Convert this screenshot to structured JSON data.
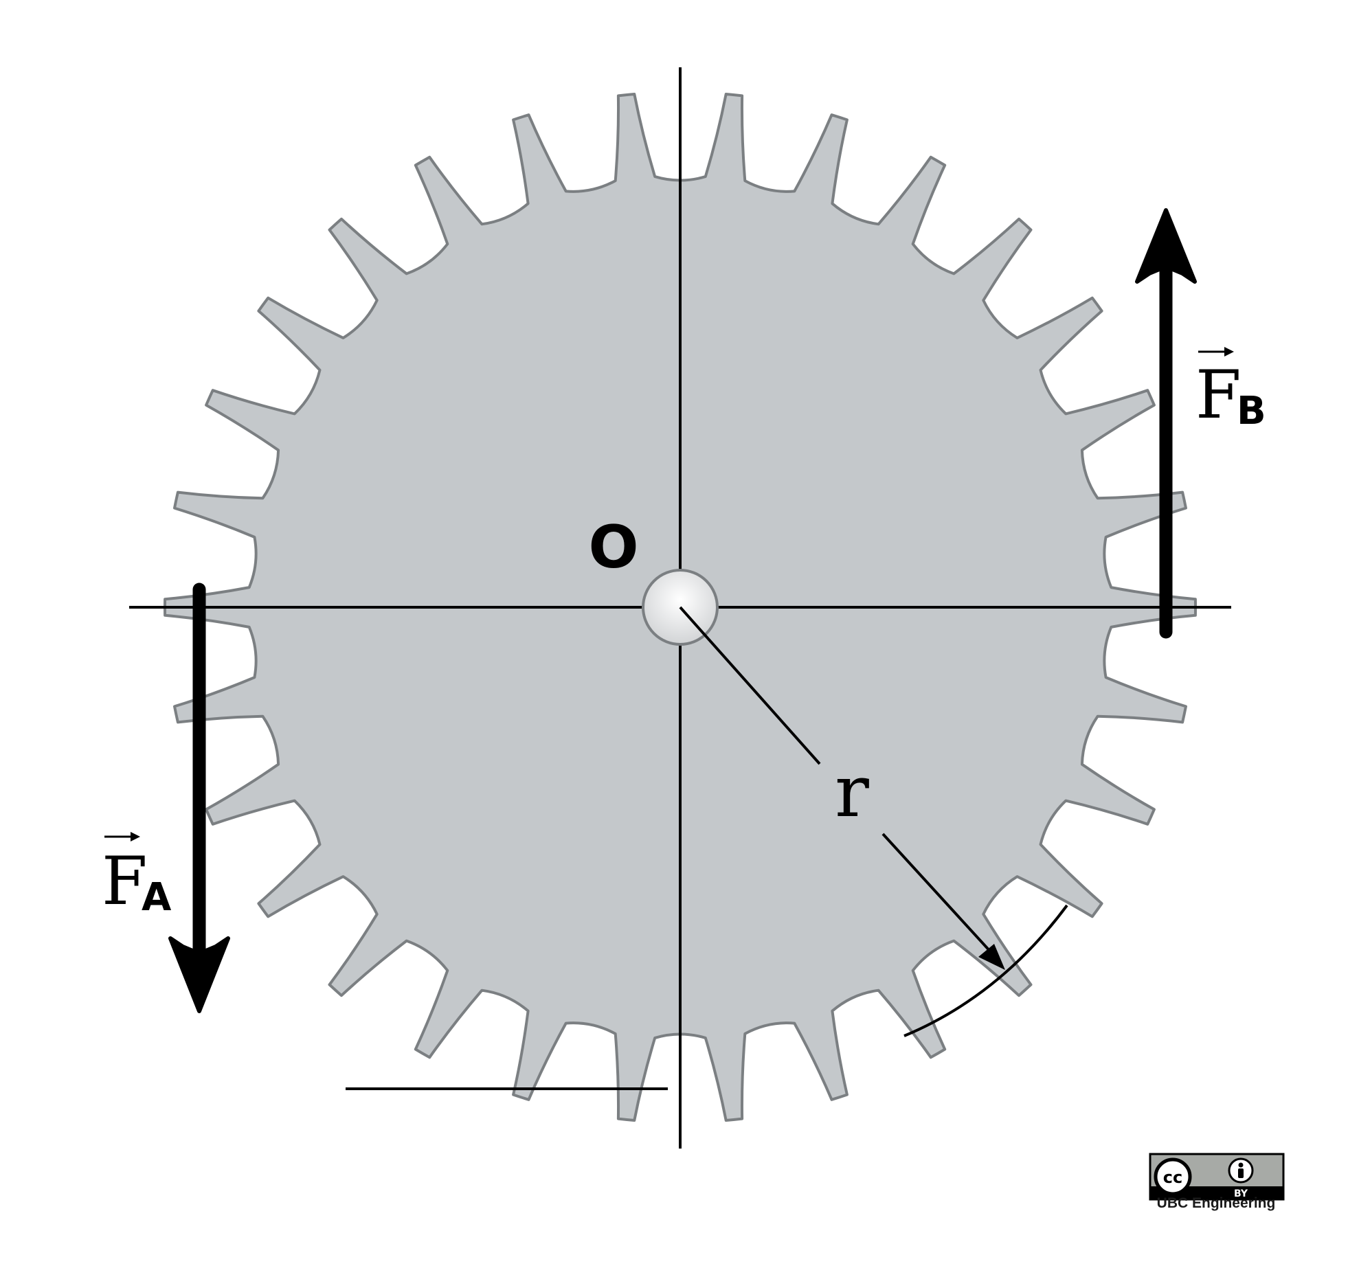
{
  "labels": {
    "origin": "O",
    "radius": "r",
    "force_a": {
      "symbol": "F",
      "subscript": "A"
    },
    "force_b": {
      "symbol": "F",
      "subscript": "B"
    }
  },
  "gear": {
    "teeth": 30,
    "fill": "#c4c8cb",
    "stroke": "#7b7f82"
  },
  "colors": {
    "line": "#000000",
    "hub_fill": "#e6e6e6",
    "hub_stroke": "#7b7f82"
  },
  "license": {
    "cc_label": "cc",
    "by_label": "BY",
    "attribution": "UBC Engineering",
    "icons": [
      "creative-commons-icon",
      "attribution-person-icon"
    ]
  }
}
